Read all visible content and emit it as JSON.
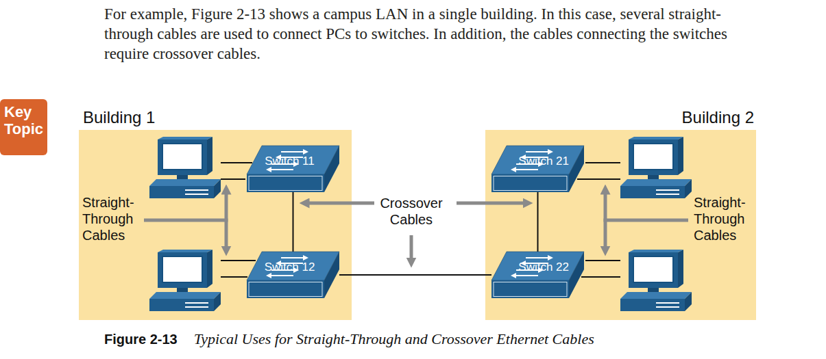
{
  "diagram": {
    "caption": "Typical Uses for Straight-Through and Crossover Ethernet Cables",
    "nodes": [
      {
        "text": [
          "Key Topic"
        ]
      },
      {
        "text": [
          "Building 1"
        ]
      },
      {
        "text": [
          "Switch 11"
        ],
        "in": 1
      },
      {
        "text": [
          "Switch 12"
        ],
        "in": 1
      },
      {
        "text": [
          "Building 2"
        ]
      },
      {
        "text": [
          "Switch 21"
        ],
        "in": 4
      },
      {
        "text": [
          "Switch 22"
        ],
        "in": 4
      }
    ],
    "edges": [
      {
        "from": 2,
        "to": 3,
        "arrow": "none"
      },
      {
        "from": 3,
        "to": 6,
        "arrow": "none"
      },
      {
        "from": 5,
        "to": 6,
        "arrow": "none"
      }
    ],
    "labels": [
      "For example, Figure 2-13 shows a campus LAN in a single building. In this case, several straight-through cables are used to connect PCs to switches. In addition, the cables connecting the switches require crossover cables.",
      "Straight-Through Cables",
      "Crossover Cables",
      "Straight-Through Cables",
      "Figure 2-13"
    ]
  }
}
